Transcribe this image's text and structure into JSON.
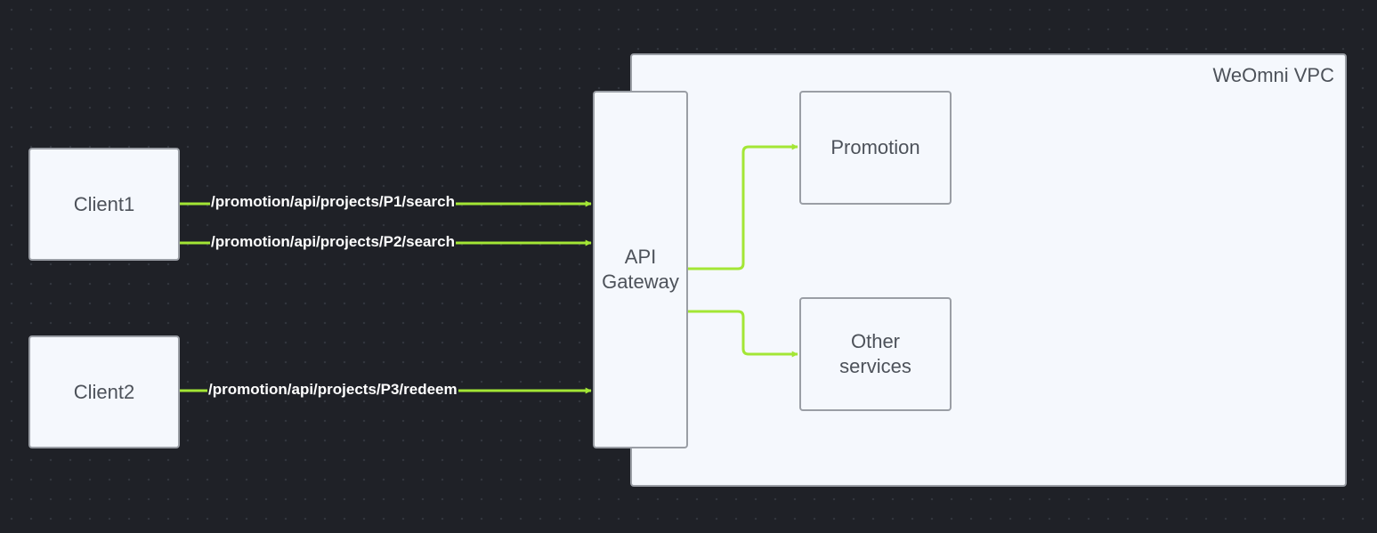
{
  "diagram": {
    "vpc": {
      "label": "WeOmni VPC"
    },
    "nodes": {
      "client1": "Client1",
      "client2": "Client2",
      "gateway": [
        "API",
        "Gateway"
      ],
      "promotion": "Promotion",
      "other": [
        "Other",
        "services"
      ]
    },
    "edges": {
      "p1_search": "/promotion/api/projects/P1/search",
      "p2_search": "/promotion/api/projects/P2/search",
      "p3_redeem": "/promotion/api/projects/P3/redeem"
    },
    "colors": {
      "canvas": "#1f2127",
      "node_fill": "#f5f8fd",
      "node_border": "#9a9ea5",
      "connector": "#a3e635",
      "label_text": "#ffffff"
    }
  }
}
